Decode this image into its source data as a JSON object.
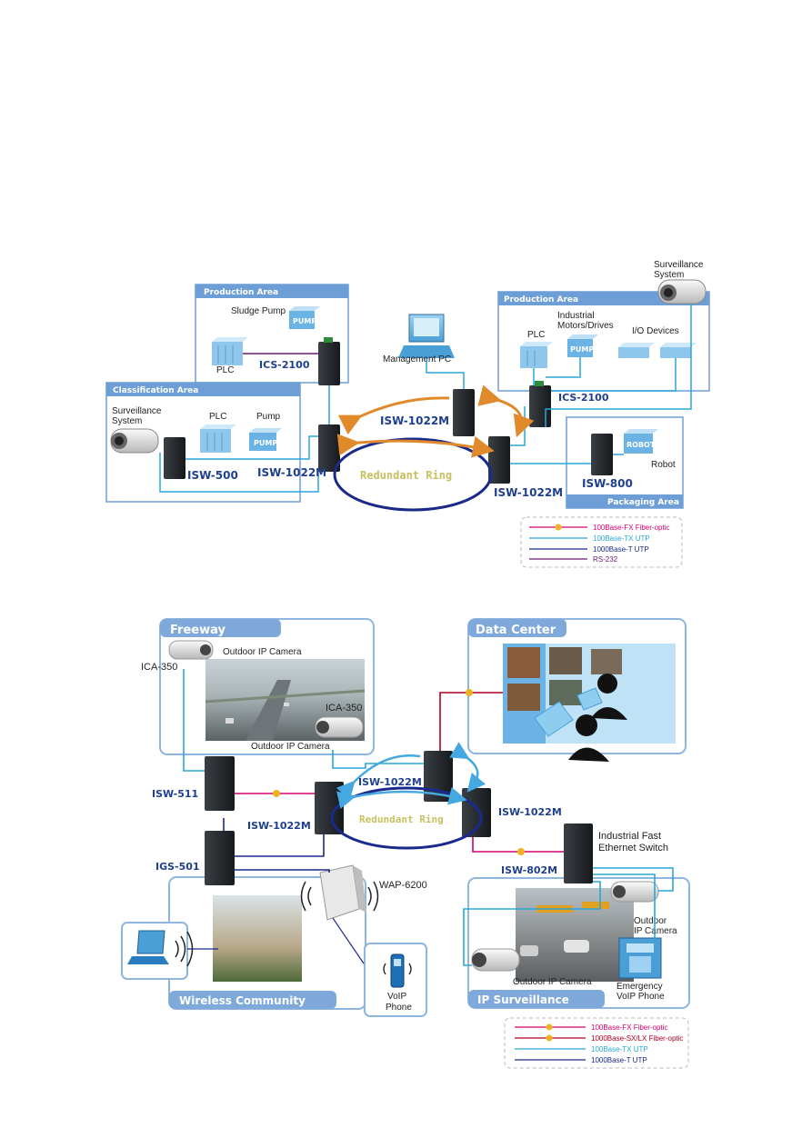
{
  "colors": {
    "fiber_fx": "#d4006e",
    "fiber_sx": "#b0001e",
    "utp_100": "#2aa6d8",
    "utp_1000": "#1a2a8c",
    "rs232": "#6a1b6e",
    "area_blue": "#6d9fd6",
    "ring_arrow_orange": "#e08a2c",
    "ring_arrow_blue": "#46a8e0"
  },
  "diagram1": {
    "production_left": {
      "title": "Production Area",
      "sludge_pump": "Sludge Pump",
      "pump_box": "PUMP",
      "plc_label": "PLC",
      "switch": "ICS-2100"
    },
    "classification": {
      "title": "Classification Area",
      "surveillance_line1": "Surveillance",
      "surveillance_line2": "System",
      "plc_label": "PLC",
      "pump_label": "Pump",
      "pump_box": "PUMP",
      "switch": "ISW-500"
    },
    "management_pc": "Management PC",
    "switch_center_top": "ISW-1022M",
    "switch_left": "ISW-1022M",
    "switch_right": "ISW-1022M",
    "ring_label": "Redundant  Ring",
    "production_right": {
      "title": "Production Area",
      "plc_label": "PLC",
      "motors_line1": "Industrial",
      "motors_line2": "Motors/Drives",
      "pump_box": "PUMP",
      "io_devices": "I/O Devices",
      "switch": "ICS-2100",
      "surveillance_line1": "Surveillance",
      "surveillance_line2": "System"
    },
    "packaging": {
      "title": "Packaging Area",
      "robot_box": "ROBOT",
      "robot_label": "Robot",
      "switch": "ISW-800"
    },
    "legend": [
      {
        "label": "100Base-FX Fiber-optic",
        "color": "#d4006e",
        "fiber": true
      },
      {
        "label": "100Base-TX UTP",
        "color": "#2aa6d8",
        "fiber": false
      },
      {
        "label": "1000Base-T UTP",
        "color": "#1a2a8c",
        "fiber": false
      },
      {
        "label": "RS-232",
        "color": "#6a1b6e",
        "fiber": false
      }
    ]
  },
  "diagram2": {
    "freeway": {
      "title": "Freeway",
      "camera_top": "Outdoor IP Camera",
      "ica_top": "ICA-350",
      "ica_bottom": "ICA-350",
      "camera_bottom": "Outdoor IP Camera"
    },
    "data_center": {
      "title": "Data Center"
    },
    "switch_isw511": "ISW-511",
    "switch_center_top": "ISW-1022M",
    "switch_left": "ISW-1022M",
    "switch_right": "ISW-1022M",
    "ring_label": "Redundant  Ring",
    "switch_igs501": "IGS-501",
    "wap": "WAP-6200",
    "industrial_line1": "Industrial Fast",
    "industrial_line2": "Ethernet Switch",
    "switch_isw802m": "ISW-802M",
    "wireless": {
      "title": "Wireless Community",
      "voip_line1": "VoIP",
      "voip_line2": "Phone"
    },
    "ip_surveillance": {
      "title": "IP Surveillance",
      "outdoor_line1": "Outdoor",
      "outdoor_line2": "IP Camera",
      "outdoor_camera": "Outdoor IP Camera",
      "emergency_line1": "Emergency",
      "emergency_line2": "VoIP Phone"
    },
    "legend": [
      {
        "label": "100Base-FX Fiber-optic",
        "color": "#d4006e",
        "fiber": true
      },
      {
        "label": "1000Base-SX/LX Fiber-optic",
        "color": "#b0001e",
        "fiber": true
      },
      {
        "label": "100Base-TX UTP",
        "color": "#2aa6d8",
        "fiber": false
      },
      {
        "label": "1000Base-T UTP",
        "color": "#1a2a8c",
        "fiber": false
      }
    ]
  }
}
